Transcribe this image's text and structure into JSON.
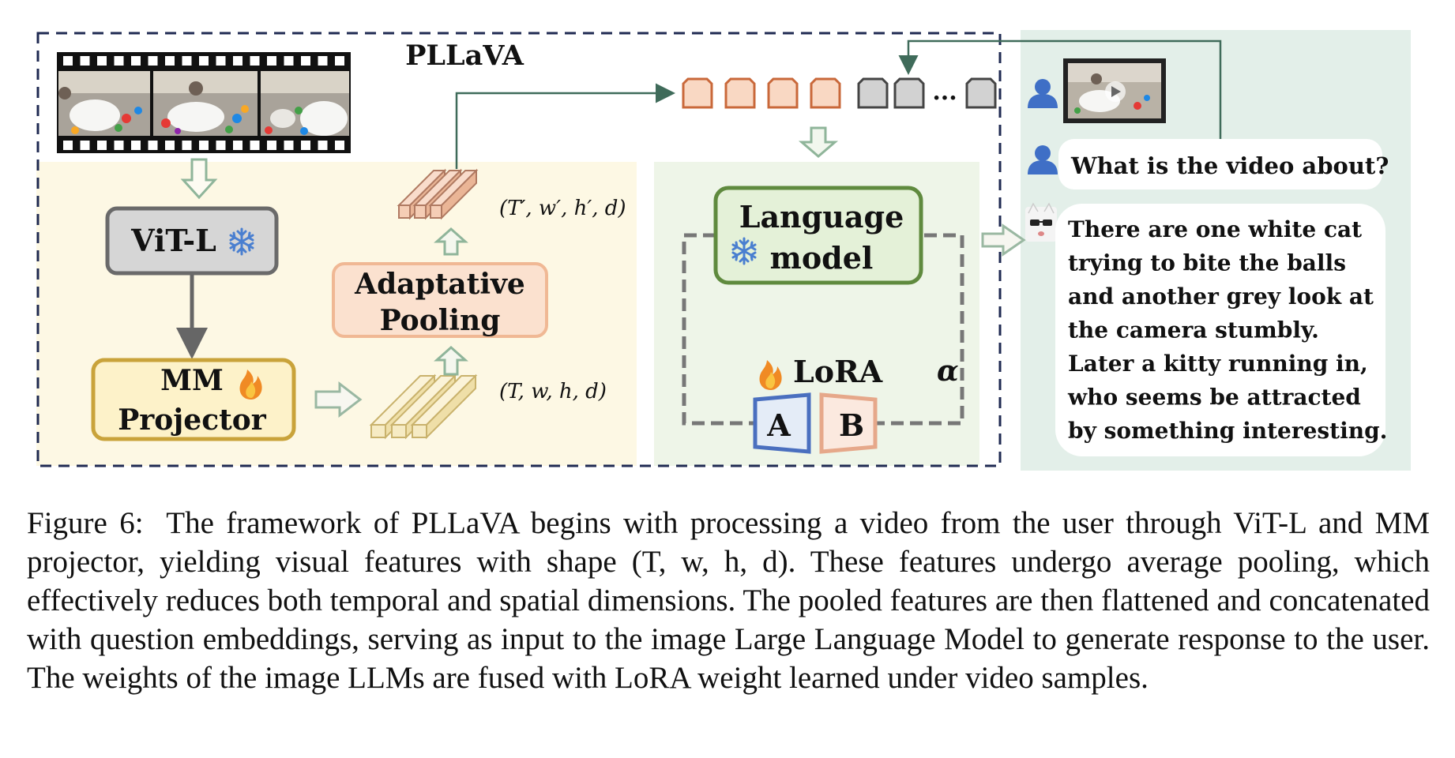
{
  "title": "PLLaVA",
  "encoder": {
    "label": "ViT-L",
    "state_icon": "snowflake-icon"
  },
  "projector": {
    "line1": "MM",
    "line2": "Projector",
    "state_icon": "flame-icon"
  },
  "pooling": {
    "line1": "Adaptative",
    "line2": "Pooling"
  },
  "shapes": {
    "input": "(T, w, h, d)",
    "pooled": "(T′, w′, h′, d)"
  },
  "token_ellipsis": "...",
  "llm": {
    "line1": "Language",
    "line2": "model",
    "state_icon": "snowflake-icon"
  },
  "lora": {
    "label": "LoRA",
    "a": "A",
    "b": "B",
    "alpha": "α",
    "state_icon": "flame-icon"
  },
  "chat": {
    "question": "What is the video about?",
    "answer_lines": [
      "There are one white cat",
      "trying to bite the balls",
      "and another grey look at",
      "the camera stumbly.",
      "Later a kitty running  in,",
      "who seems be attracted",
      "by something interesting."
    ]
  },
  "caption": {
    "label": "Figure 6:",
    "text": "The framework of PLLaVA begins with processing a video from the user through ViT-L and MM projector, yielding visual features with shape (T, w, h, d). These features undergo average pooling, which effectively reduces both temporal and spatial dimensions. The pooled features are then flattened and concatenated with question embeddings, serving as input to the image Large Language Model to generate response to the user. The weights of the image LLMs are fused with LoRA weight learned under video samples."
  },
  "colors": {
    "left_panel": "#fdf8e4",
    "middle_panel": "#eef5e8",
    "right_panel": "#e3efe9",
    "vit_box": "#d6d6d6",
    "projector_border": "#c9a33a",
    "pooling_fill": "#fbe1cf",
    "llm_border": "#5f8a3e",
    "visual_token": "#f9d8c3",
    "text_token": "#d2d2d2",
    "lora_a": "#4a6fbf",
    "lora_b": "#e6a88a",
    "user_icon": "#3f6fc6"
  }
}
